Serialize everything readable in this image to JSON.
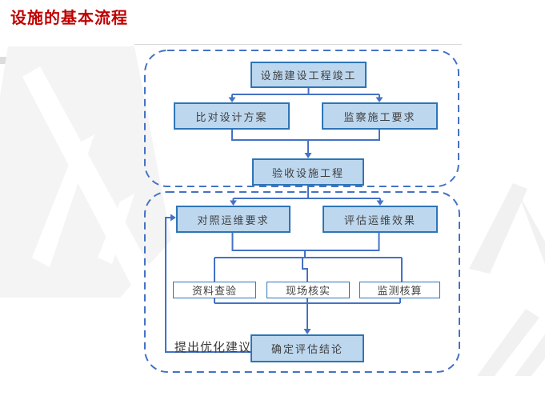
{
  "page_title": "设施的基本流程",
  "colors": {
    "title_red": "#C00000",
    "connector_blue": "#4472C4",
    "node_border_blue": "#2E75B6",
    "node_fill_blue": "#BDD7EE",
    "node_fill_white": "#FFFFFF",
    "rule_gray": "#D9D9D9"
  },
  "diagram": {
    "nodes": [
      {
        "label": "设施建设工程竣工"
      },
      {
        "label": "比对设计方案"
      },
      {
        "label": "监察施工要求"
      },
      {
        "label": "验收设施工程"
      },
      {
        "label": "对照运维要求"
      },
      {
        "label": "评估运维效果"
      },
      {
        "label": "资料查验"
      },
      {
        "label": "现场核实"
      },
      {
        "label": "监测核算"
      },
      {
        "label": "确定评估结论"
      }
    ],
    "feedback_label": "提出优化建议"
  }
}
